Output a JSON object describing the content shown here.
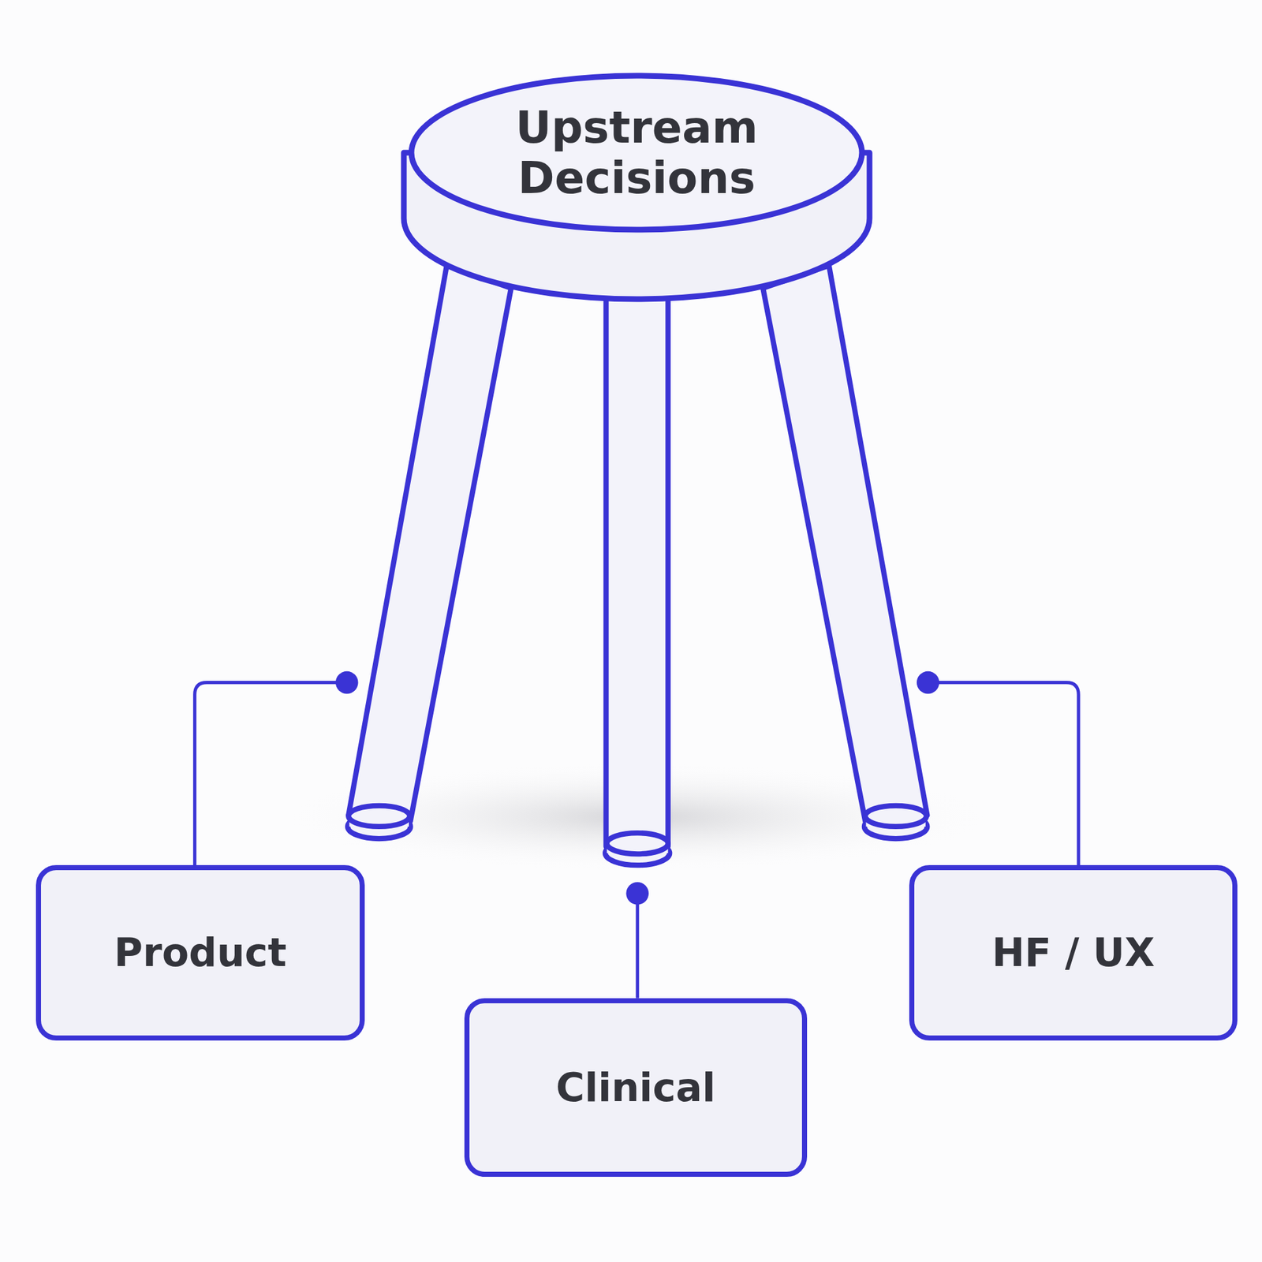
{
  "diagram": {
    "nodes": [
      {
        "text": [
          "Upstream Decisions"
        ]
      },
      {
        "text": [
          "Product"
        ]
      },
      {
        "text": [
          "HF / UX"
        ]
      },
      {
        "text": [
          "Clinical"
        ]
      }
    ]
  }
}
